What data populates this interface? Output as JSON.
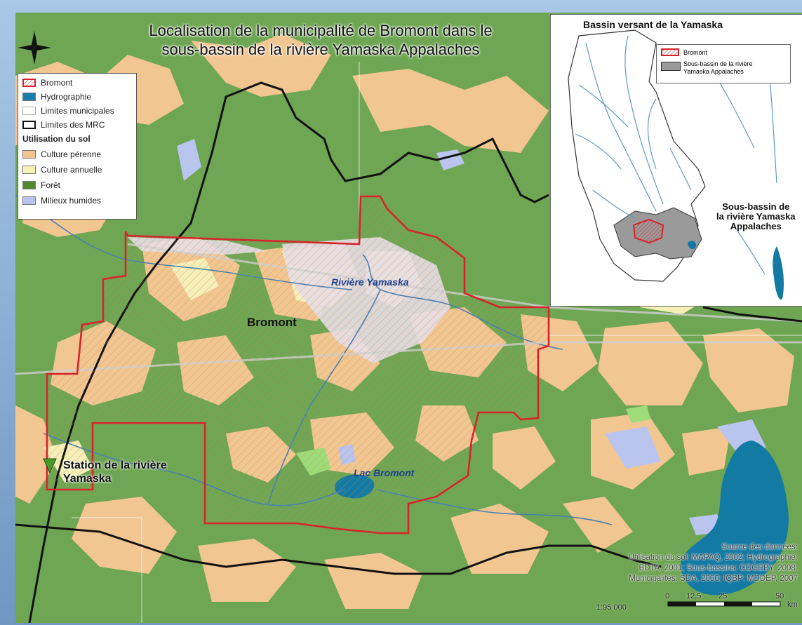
{
  "title": {
    "line1": "Localisation de la municipalité de Bromont dans le",
    "line2": "sous-bassin de la rivière Yamaska Appalaches"
  },
  "legend": {
    "items": [
      {
        "label": "Bromont",
        "icon": "hatched-red-outline"
      },
      {
        "label": "Hydrographie",
        "color": "#1a7fa8"
      },
      {
        "label": "Limites municipales",
        "color": "#ffffff"
      },
      {
        "label": "Limites des MRC",
        "color": "#111111"
      }
    ],
    "landuse_heading": "Utilisation du sol",
    "landuse": [
      {
        "label": "Culture pérenne",
        "color": "#f3c48e"
      },
      {
        "label": "Culture annuelle",
        "color": "#f7f3b4"
      },
      {
        "label": "Forêt",
        "color": "#4f8b2e"
      },
      {
        "label": "Milieux humides",
        "color": "#b9c4ef"
      }
    ]
  },
  "inset": {
    "title": "Bassin versant de la Yamaska",
    "legend_bromont": "Bromont",
    "legend_subbasin_1": "Sous-bassin de la rivière",
    "legend_subbasin_2": "Yamaska Appalaches",
    "note_1": "Sous-bassin de",
    "note_2": "la rivière Yamaska",
    "note_3": "Appalaches"
  },
  "labels": {
    "bromont": "Bromont",
    "river": "Rivière Yamaska",
    "lake": "Lac Bromont",
    "station_1": "Station de la rivière",
    "station_2": "Yamaska"
  },
  "source": {
    "line1": "Source des données:",
    "line2": "Utilisation du sol: MAPAQ, 2002; Hydrographie:",
    "line3": "BDTA, 2001; Sous-bassins: COGEBY, 2008,",
    "line4": "Municipalités: SDA, 2000; IQBP: MDDEP, 2007"
  },
  "scale": {
    "ratio": "1:95 000",
    "ticks": [
      "0",
      "12,5",
      "25",
      "50"
    ],
    "unit": "km"
  },
  "colors": {
    "forest": "#6fa653",
    "perennial": "#f1c691",
    "annual": "#f6f0b8",
    "wetland": "#b9c4ef",
    "water": "#137aa3",
    "bromont_outline": "#d8232a",
    "mrc_line": "#111111"
  }
}
